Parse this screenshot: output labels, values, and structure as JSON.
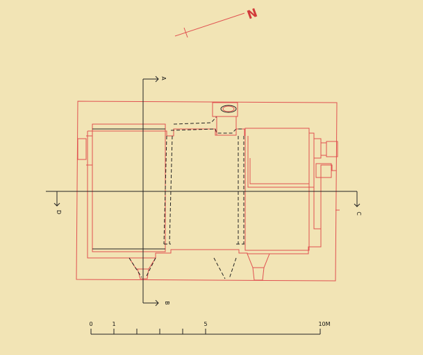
{
  "north_label": "N",
  "sections": {
    "a": "A",
    "b": "B",
    "c": "C",
    "d": "D"
  },
  "scale": {
    "ticks": [
      "0",
      "1",
      "5",
      "10M"
    ]
  },
  "colors": {
    "background": "#f2e4b5",
    "outline": "#e05050",
    "line": "#222222"
  }
}
